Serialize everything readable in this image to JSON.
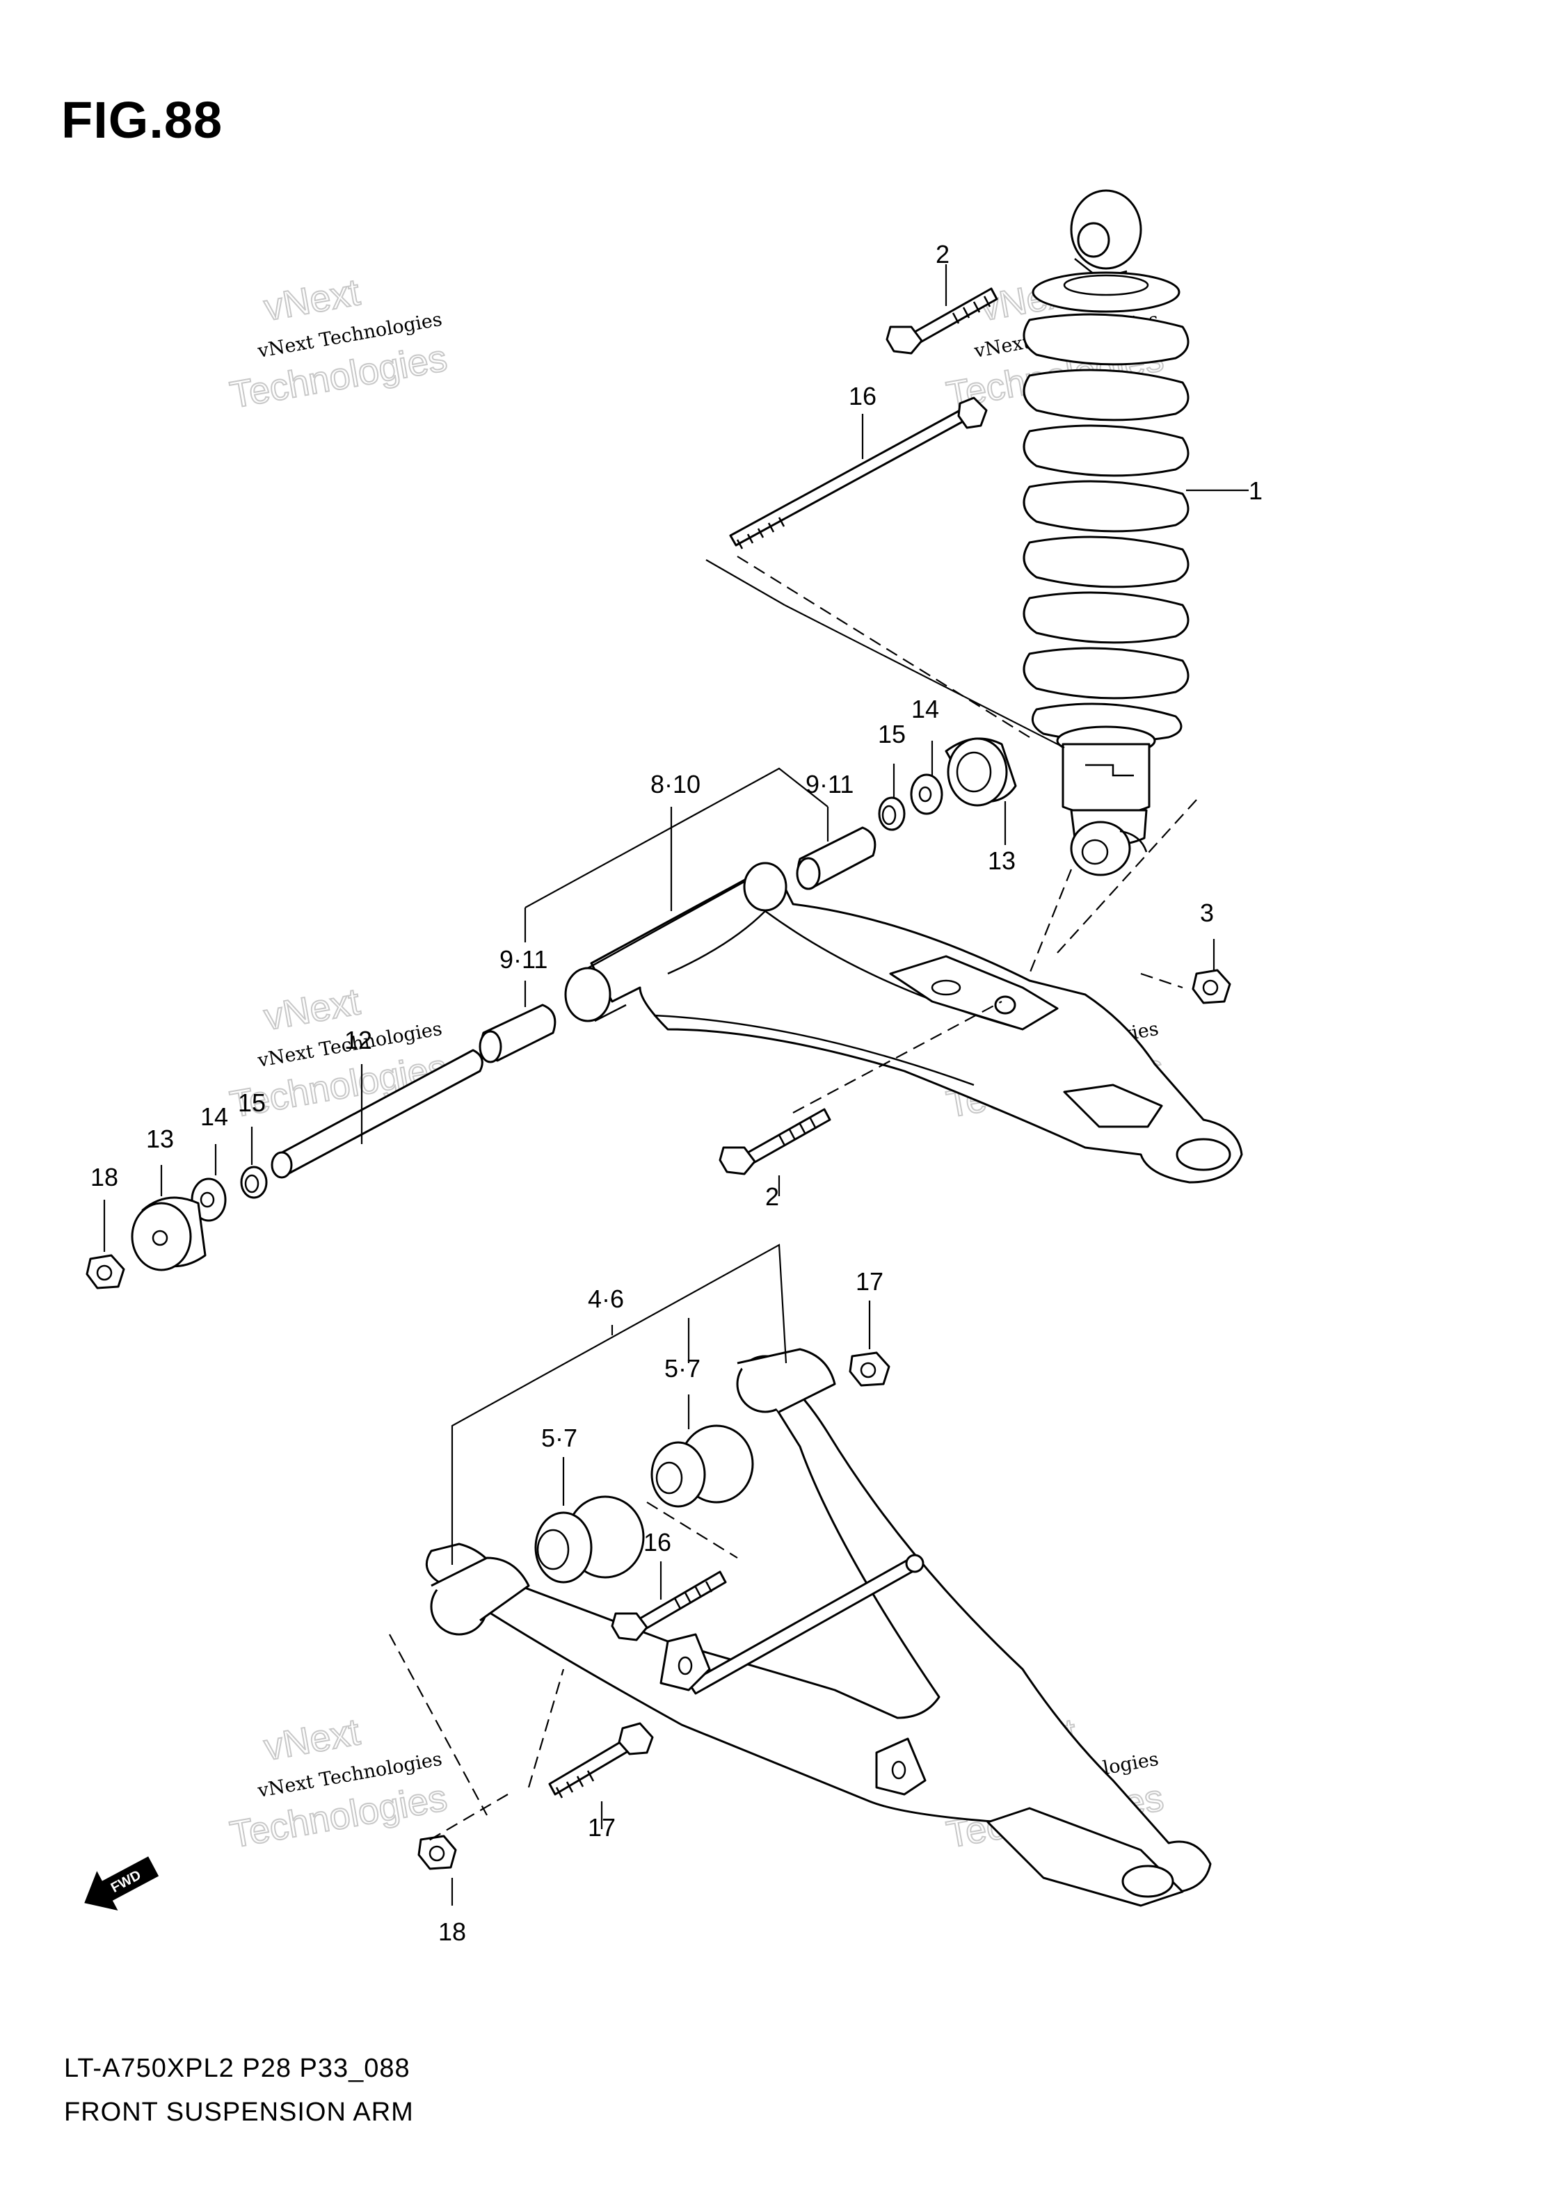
{
  "figure": {
    "title": "FIG.88",
    "model_code": "LT-A750XPL2 P28 P33_088",
    "name": "FRONT SUSPENSION ARM"
  },
  "watermark": {
    "line1": "vNext Technologies",
    "line2": "vNext",
    "line3": "Technologies"
  },
  "direction_badge": "FWD",
  "callouts": {
    "shock": "1",
    "bolt_top": "2",
    "bolt_mid": "2",
    "nut_right": "3",
    "lower_arm": "4·6",
    "bushing_a": "5·7",
    "bushing_b": "5·7",
    "upper_arm": "8·10",
    "spacer_right": "9·11",
    "spacer_left": "9·11",
    "shaft": "12",
    "cap_right": "13",
    "cap_left": "13",
    "washer_right": "14",
    "washer_left": "14",
    "seal_right": "15",
    "seal_left": "15",
    "long_bolt": "16",
    "lower_bolt_a": "16",
    "nut_lower": "17",
    "bolt_lower": "17",
    "nut_left_upper": "18",
    "nut_left_lower": "18"
  }
}
